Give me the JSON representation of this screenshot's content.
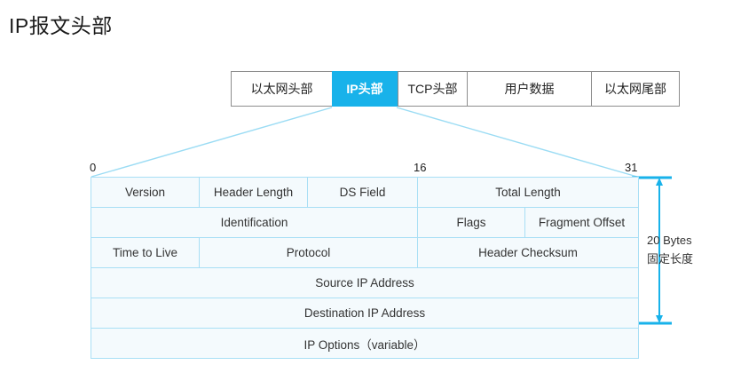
{
  "title": "IP报文头部",
  "colors": {
    "accent": "#18b2ea",
    "cell_border": "#a9dff5",
    "cell_fill": "#f4fafd",
    "frame_border": "#8d8d8d"
  },
  "frame_strip": {
    "cells": [
      {
        "label": "以太网头部",
        "highlight": false
      },
      {
        "label": "IP头部",
        "highlight": true
      },
      {
        "label": "TCP头部",
        "highlight": false
      },
      {
        "label": "用户数据",
        "highlight": false
      },
      {
        "label": "以太网尾部",
        "highlight": false
      }
    ]
  },
  "ruler": {
    "ticks": [
      "0",
      "16",
      "31"
    ]
  },
  "ip_header": {
    "rows": [
      {
        "cells": [
          {
            "label": "Version"
          },
          {
            "label": "Header Length"
          },
          {
            "label": "DS Field"
          },
          {
            "label": "Total Length"
          }
        ]
      },
      {
        "cells": [
          {
            "label": "Identification"
          },
          {
            "label": "Flags"
          },
          {
            "label": "Fragment Offset"
          }
        ]
      },
      {
        "cells": [
          {
            "label": "Time to Live"
          },
          {
            "label": "Protocol"
          },
          {
            "label": "Header Checksum"
          }
        ]
      },
      {
        "cells": [
          {
            "label": "Source IP Address"
          }
        ]
      },
      {
        "cells": [
          {
            "label": "Destination IP Address"
          }
        ]
      },
      {
        "cells": [
          {
            "label": "IP Options（variable）"
          }
        ]
      }
    ]
  },
  "size_note": {
    "line1": "20 Bytes",
    "line2": "固定长度"
  }
}
